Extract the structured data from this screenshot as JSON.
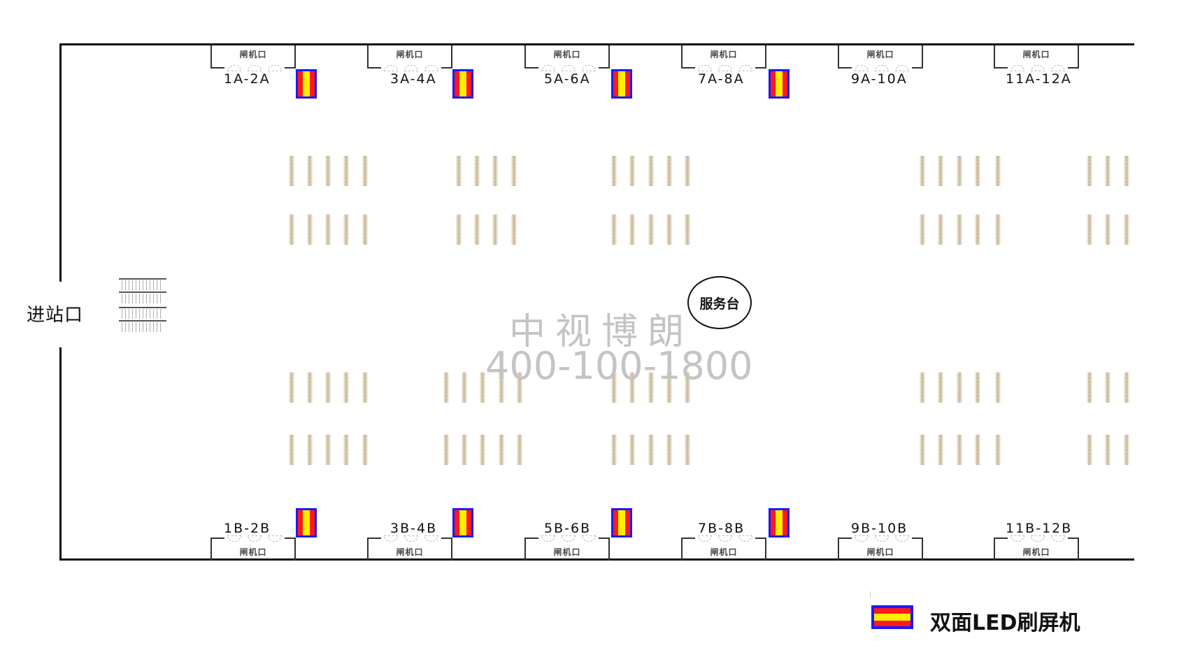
{
  "diagram": {
    "type": "station concourse floor plan",
    "colors": {
      "wall": "#111111",
      "led_border": "#1a1aff",
      "led_red": "#ff1a1a",
      "led_yellow": "#ffee00",
      "bench": "#b8a88a",
      "watermark": "#c4c4c4"
    },
    "entrance": {
      "label": "进站口"
    },
    "service_desk": {
      "label": "服务台"
    },
    "watermark": {
      "brand": "中视博朗",
      "phone": "400-100-1800"
    },
    "gate_label": "闸机口",
    "top_gates": [
      {
        "code": "1A-2A",
        "has_led": true
      },
      {
        "code": "3A-4A",
        "has_led": true
      },
      {
        "code": "5A-6A",
        "has_led": true
      },
      {
        "code": "7A-8A",
        "has_led": true
      },
      {
        "code": "9A-10A",
        "has_led": false
      },
      {
        "code": "11A-12A",
        "has_led": false
      }
    ],
    "bottom_gates": [
      {
        "code": "1B-2B",
        "has_led": true
      },
      {
        "code": "3B-4B",
        "has_led": true
      },
      {
        "code": "5B-6B",
        "has_led": true
      },
      {
        "code": "7B-8B",
        "has_led": true
      },
      {
        "code": "9B-10B",
        "has_led": false
      },
      {
        "code": "11B-12B",
        "has_led": false
      }
    ],
    "legend": {
      "label": "双面LED刷屏机"
    }
  }
}
